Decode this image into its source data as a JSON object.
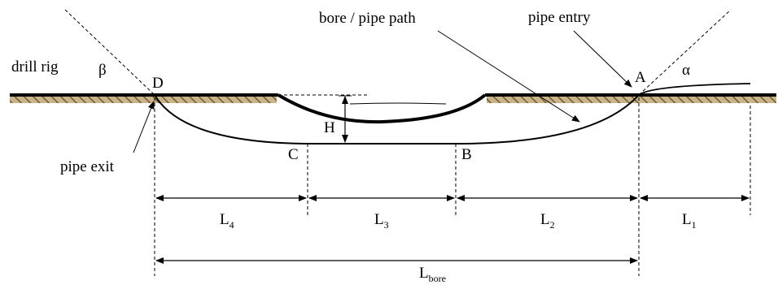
{
  "labels": {
    "drill_rig": "drill rig",
    "bore_path": "bore / pipe path",
    "pipe_entry": "pipe entry",
    "pipe_exit": "pipe exit"
  },
  "points": {
    "A": "A",
    "B": "B",
    "C": "C",
    "D": "D"
  },
  "angles": {
    "alpha": "α",
    "beta": "β"
  },
  "depth": {
    "H": "H"
  },
  "lengths": {
    "L1": {
      "main": "L",
      "sub": "1"
    },
    "L2": {
      "main": "L",
      "sub": "2"
    },
    "L3": {
      "main": "L",
      "sub": "3"
    },
    "L4": {
      "main": "L",
      "sub": "4"
    },
    "Lbore": {
      "main": "L",
      "sub": "bore"
    }
  }
}
